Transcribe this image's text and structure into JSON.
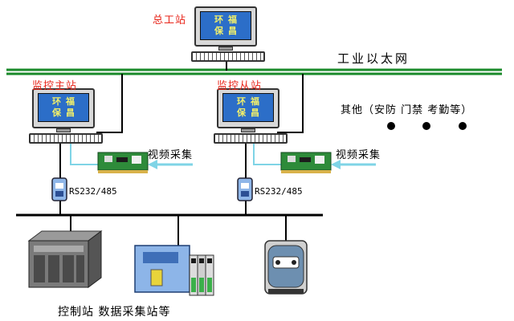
{
  "labels": {
    "master_station": "总工站",
    "ethernet": "工业以太网",
    "monitor_main": "监控主站",
    "monitor_slave": "监控从站",
    "others": "其他（安防 门禁 考勤等）",
    "video_capture_1": "视频采集",
    "video_capture_2": "视频采集",
    "rs_1": "RS232/485",
    "rs_2": "RS232/485",
    "bottom_caption": "控制站 数据采集站等"
  },
  "screens": {
    "top": [
      "环福",
      "保昌"
    ],
    "left": [
      "环福",
      "保昌"
    ],
    "right": [
      "环福",
      "保昌"
    ]
  },
  "colors": {
    "station_label": "#e8251a",
    "screen_bg": "#2c6ec8",
    "screen_text": "#f2f06a",
    "bus_green": "#1a8a2a",
    "cable_cyan": "#7fd4e6",
    "card_green": "#2e8b3a"
  },
  "icons": {
    "workstation": "computer-icon",
    "capture_card": "video-card-icon",
    "converter": "serial-converter-icon",
    "plc": "plc-icon",
    "io_rack": "io-rack-icon",
    "field_device": "controller-icon",
    "other_node": "dot-icon"
  }
}
